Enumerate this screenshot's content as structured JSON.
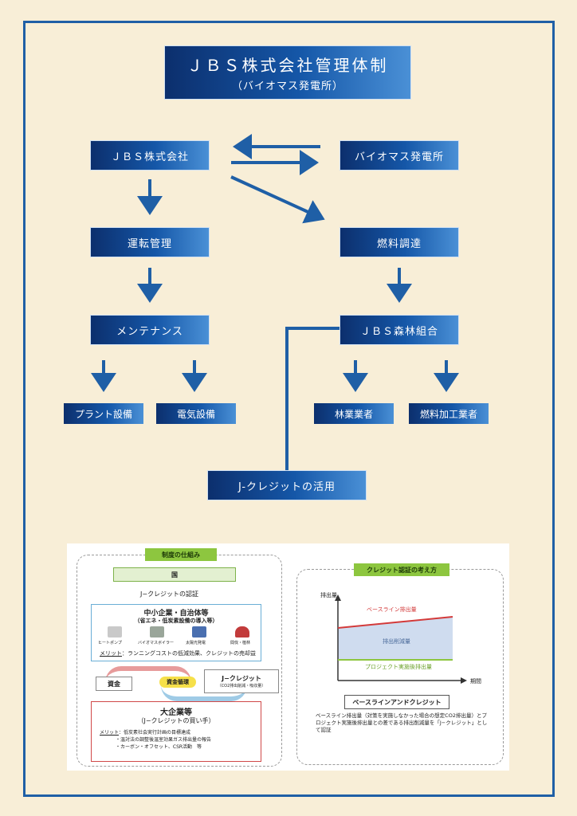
{
  "header": {
    "title": "ＪＢＳ株式会社管理体制",
    "subtitle": "（バイオマス発電所）"
  },
  "boxes": {
    "jbs": "ＪＢＳ株式会社",
    "plant": "バイオマス発電所",
    "operation": "運転管理",
    "fuel": "燃料調達",
    "maintenance": "メンテナンス",
    "forest": "ＪＢＳ森林組合",
    "plant_equipment": "プラント設備",
    "electric_equipment": "電気設備",
    "forestry": "林業業者",
    "fuel_processor": "燃料加工業者",
    "jcredit_use": "J-クレジットの活用"
  },
  "scheme": {
    "tag": "制度の仕組み",
    "country": "国",
    "certification": "J−クレジットの認証",
    "sme_title": "中小企業・自治体等",
    "sme_sub": "（省エネ・低炭素設備の導入等）",
    "icons": [
      "ヒートポンプ",
      "バイオマスボイラー",
      "太陽光発電",
      "間伐・植林"
    ],
    "sme_merit_label": "メリット",
    "sme_merit": "：ランニングコストの低減効果、クレジットの売却益",
    "funds": "資金",
    "funds_cycle": "資金循環",
    "jcredit": "J−クレジット",
    "jcredit_sub": "（CO2排出削減・吸収量）",
    "large_title": "大企業等",
    "large_sub": "（J−クレジットの買い手）",
    "large_merit_label": "メリット",
    "large_merits": [
      "：低炭素社会実行計画の目標達成",
      "・温対法の調整後温室効果ガス排出量の報告",
      "・カーボン・オフセット、CSR活動　等"
    ]
  },
  "credit": {
    "tag": "クレジット認証の考え方",
    "ylabel": "排出量",
    "xlabel": "期間",
    "baseline": "ベースライン排出量",
    "reduction": "排出削減量",
    "project": "プロジェクト実施後排出量",
    "box_label": "ベースラインアンドクレジット",
    "note": "ベースライン排出量（対策を実施しなかった場合の想定CO2排出量）とプロジェクト実施後排出量との差である排出削減量を「J−クレジット」として認証"
  },
  "colors": {
    "frame": "#1f5fa6",
    "background": "#f8eed7",
    "arrow": "#1f5fa6",
    "tag": "#8dc63f",
    "baseline": "#d33a3a",
    "project": "#8dc63f",
    "reduction": "#cfdcef"
  }
}
